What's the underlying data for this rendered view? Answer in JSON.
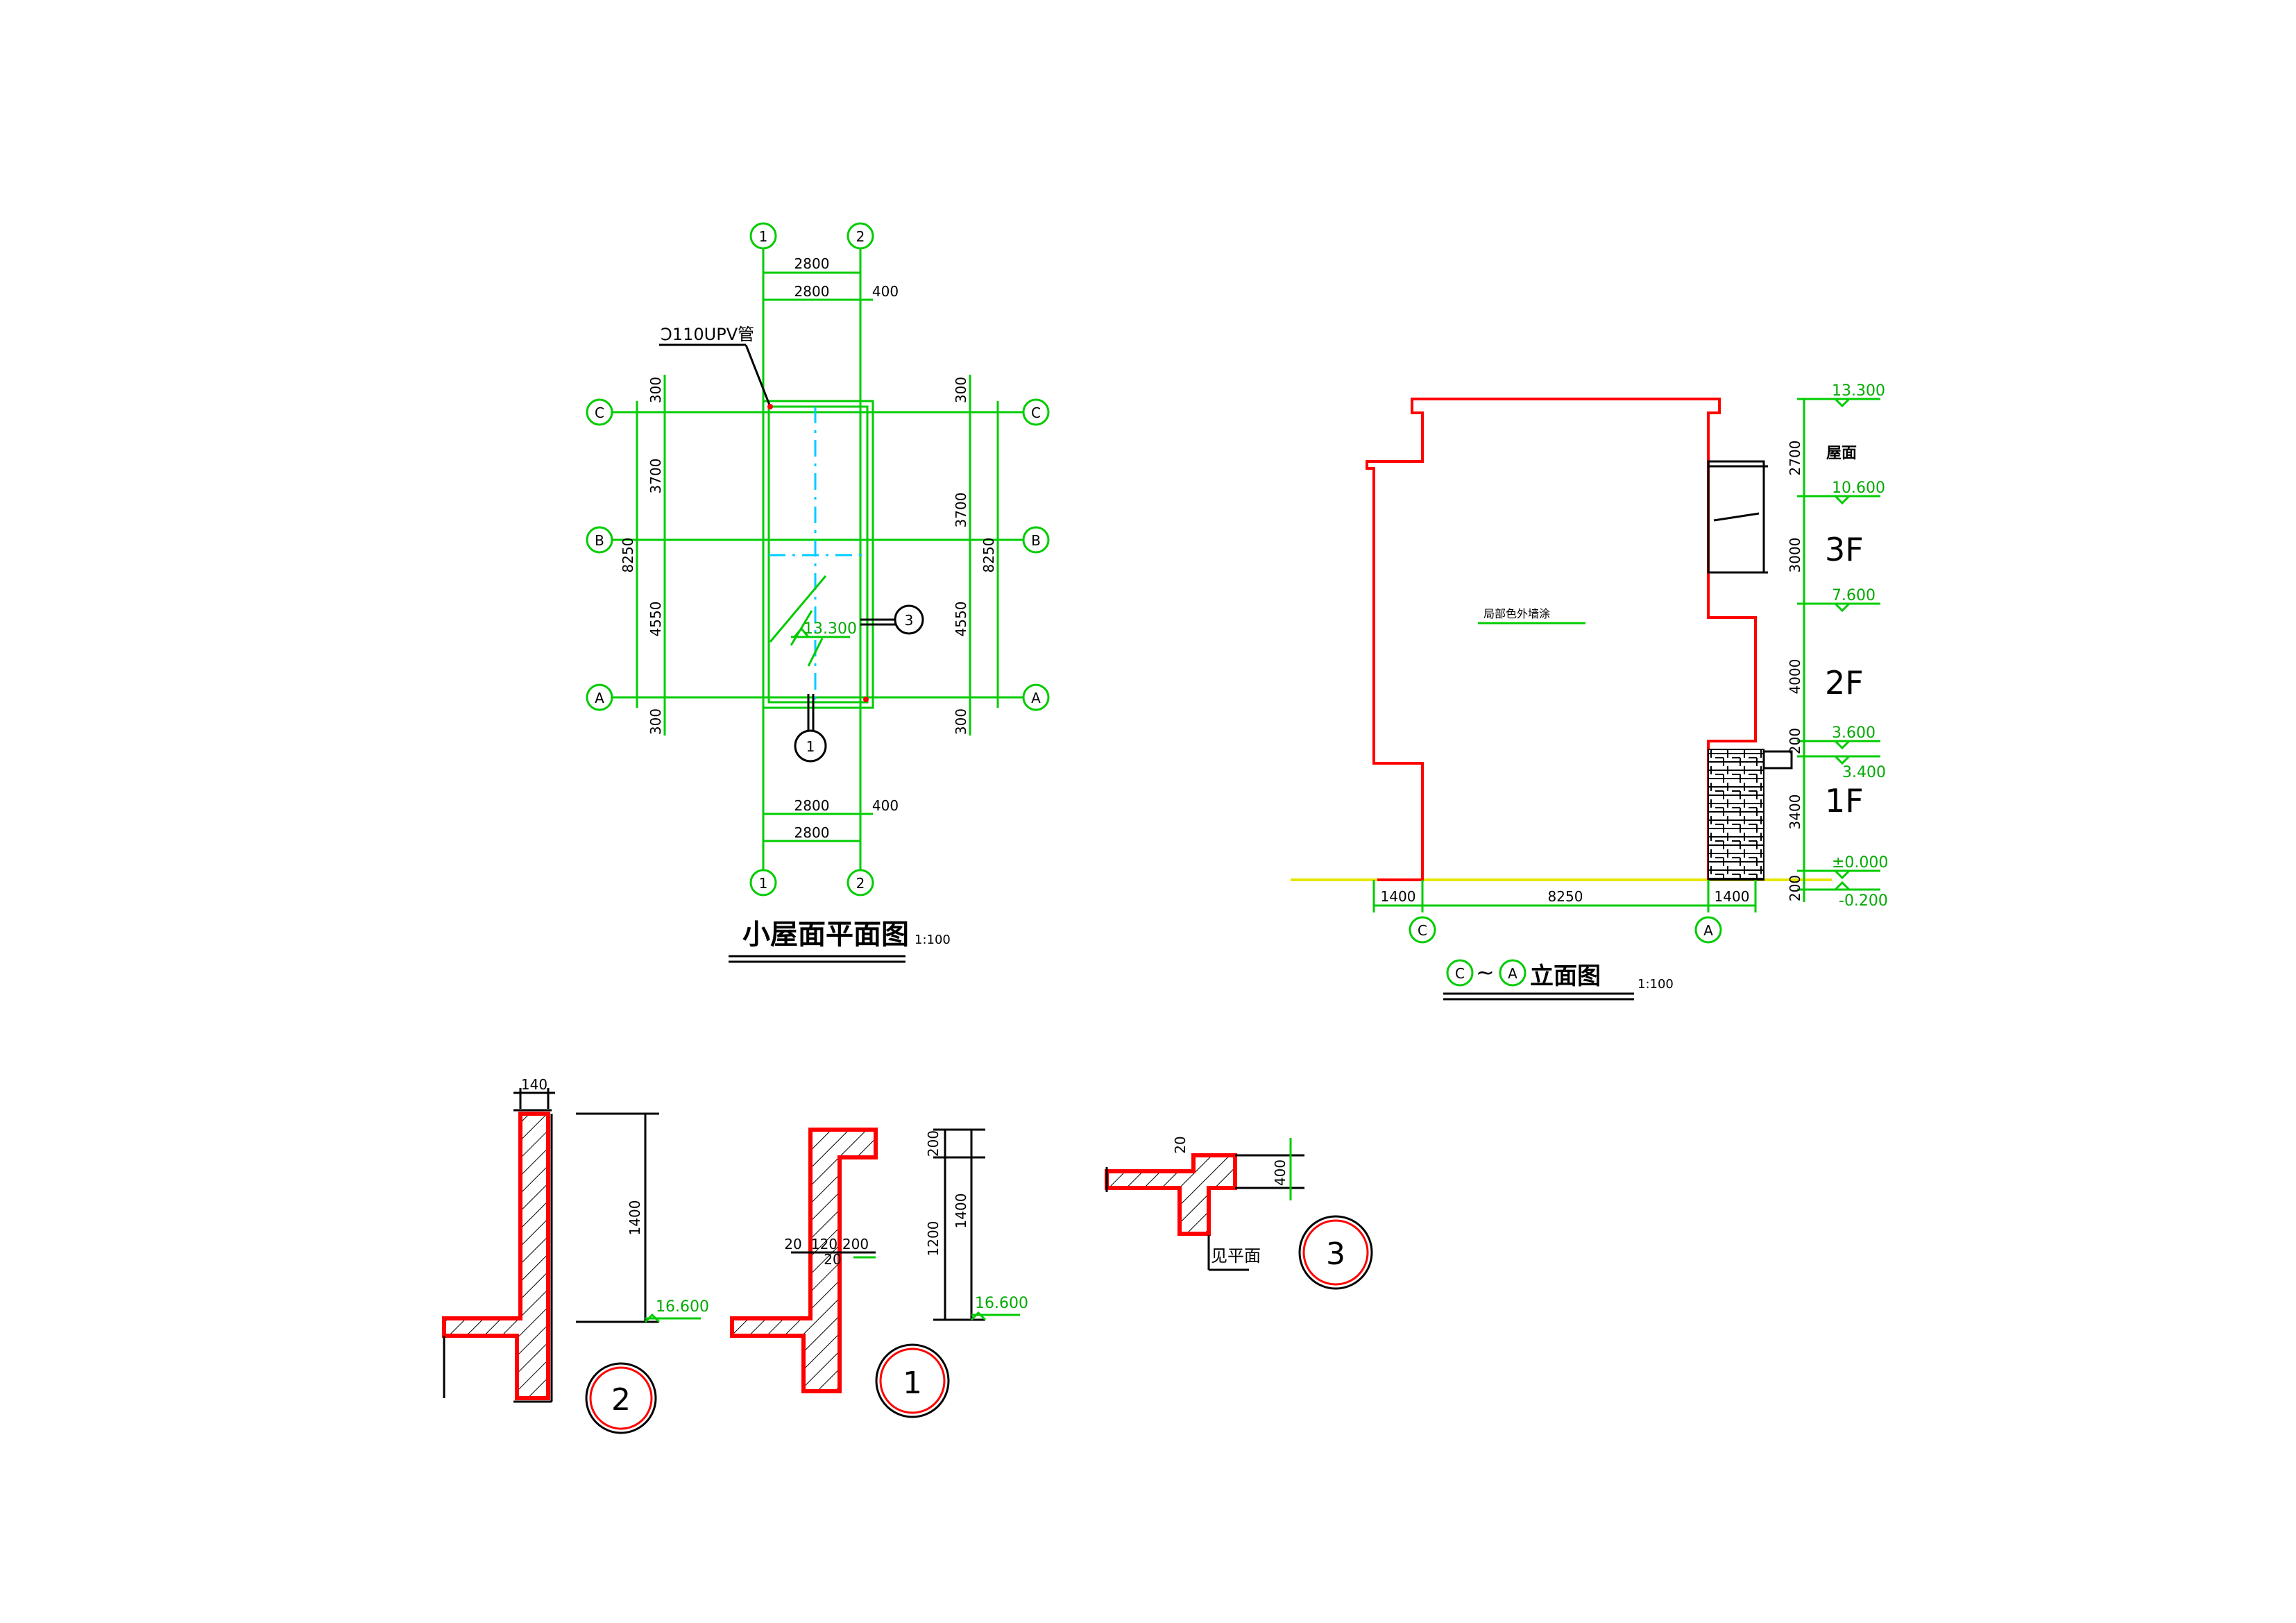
{
  "plan": {
    "title": "小屋面平面图",
    "scale": "1:100",
    "axes_top": [
      "1",
      "2"
    ],
    "axes_side": [
      "C",
      "B",
      "A"
    ],
    "pipe_label": "Ͻ110UPV管",
    "elevation": "13.300",
    "section_3": "3",
    "section_1": "1",
    "dims": {
      "top_inner": "2800",
      "top_outer": "2800",
      "top_ext": "400",
      "bottom_inner": "2800",
      "bottom_outer": "2800",
      "bottom_ext": "400",
      "left_top": "300",
      "left_cb": "3700",
      "left_ba": "4550",
      "left_bottom": "300",
      "left_total": "8250",
      "right_top": "300",
      "right_cb": "3700",
      "right_ba": "4550",
      "right_bottom": "300",
      "right_total": "8250"
    }
  },
  "elevation_view": {
    "title": "立面图",
    "axis_from": "C",
    "tilde": "~",
    "axis_to": "A",
    "scale": "1:100",
    "note": "局部色外墙涂",
    "bottom_dims": [
      "1400",
      "8250",
      "1400"
    ],
    "axis_labels": [
      "C",
      "A"
    ],
    "levels": [
      "13.300",
      "10.600",
      "7.600",
      "3.600",
      "3.400",
      "±0.000",
      "-0.200"
    ],
    "level_dims": [
      "2700",
      "3000",
      "4000",
      "200",
      "3400",
      "200"
    ],
    "floor_labels": [
      "屋面",
      "3F",
      "2F",
      "1F"
    ]
  },
  "details": {
    "d2": {
      "width": "140",
      "height": "1400",
      "level": "16.600",
      "label": "2"
    },
    "d1": {
      "h1": "200",
      "h2": "1200",
      "h3": "1400",
      "w1": "20",
      "w2": "120",
      "w3": "200",
      "w4": "20",
      "level": "16.600",
      "label": "1"
    },
    "d3": {
      "h1": "20",
      "h2": "400",
      "note": "见平面",
      "label": "3"
    }
  },
  "colors": {
    "green": "#00cc00",
    "red": "#ff0000",
    "cyan": "#00ccff",
    "yellow": "#e6e600"
  }
}
